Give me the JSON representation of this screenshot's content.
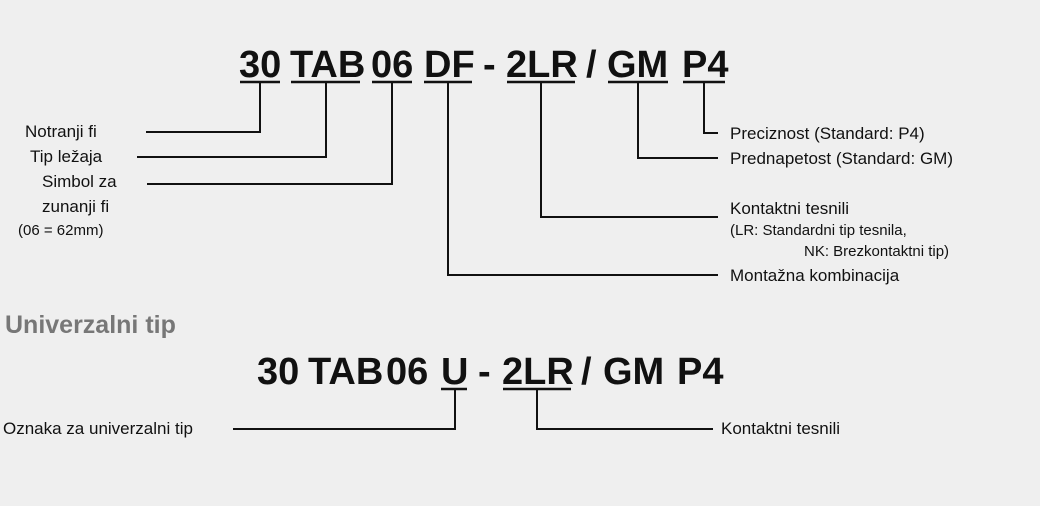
{
  "top_code": {
    "seg1": "30",
    "seg2": "TAB",
    "seg3": "06",
    "seg4": "DF",
    "dash": "-",
    "seg5": "2LR",
    "slash": "/",
    "seg6": "GM",
    "seg7": "P4"
  },
  "left_labels": {
    "inner_diameter": "Notranji fi",
    "bearing_type": "Tip ležaja",
    "outer_symbol_line1": "Simbol za",
    "outer_symbol_line2": "zunanji fi",
    "outer_symbol_line3": "(06 = 62mm)"
  },
  "right_labels": {
    "precision": "Preciznost (Standard: P4)",
    "preload": "Prednapetost (Standard: GM)",
    "contact_seals": "Kontaktni tesnili",
    "seal_note_line1": "(LR: Standardni tip tesnila,",
    "seal_note_line2": "NK: Brezkontaktni tip)",
    "mounting": "Montažna kombinacija"
  },
  "universal": {
    "heading": "Univerzalni tip",
    "code": {
      "seg1": "30",
      "seg2": "TAB",
      "seg3": "06",
      "seg4": "U",
      "dash": "-",
      "seg5": "2LR",
      "slash": "/",
      "seg6": "GM",
      "seg7": "P4"
    },
    "left_label": "Oznaka za univerzalni tip",
    "right_label": "Kontaktni tesnili"
  },
  "colors": {
    "text": "#111111",
    "heading": "#777777",
    "background": "#efefef"
  }
}
